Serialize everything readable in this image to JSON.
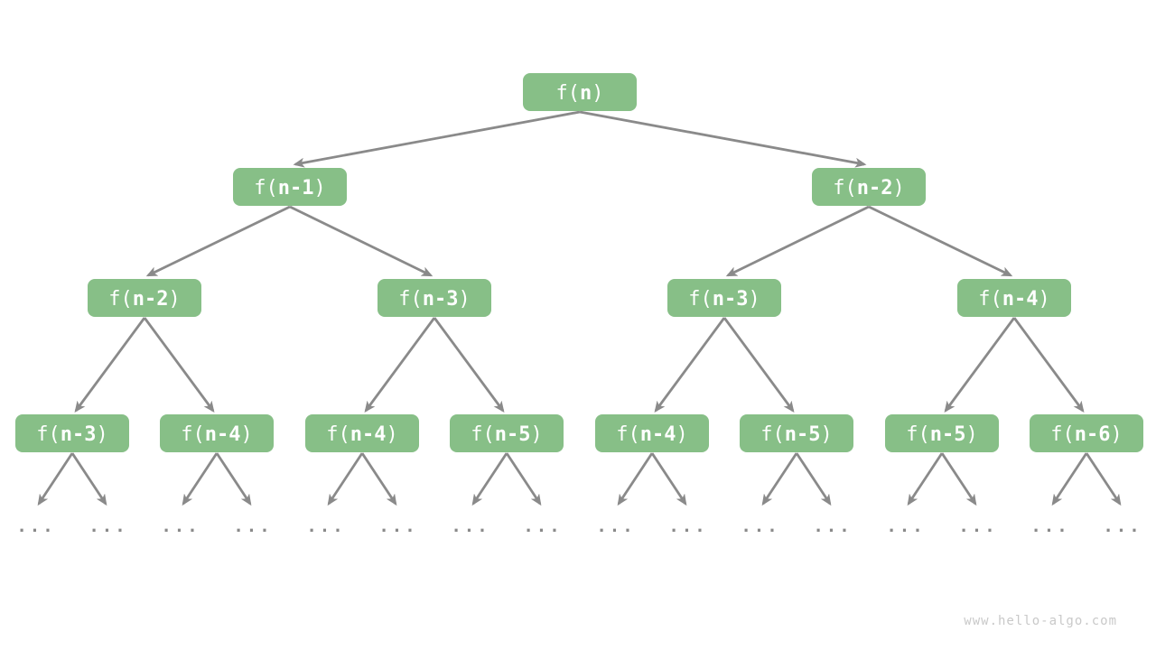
{
  "watermark": "www.hello-algo.com",
  "colors": {
    "background": "#ffffff",
    "node_fill": "#87bf87",
    "node_text": "#ffffff",
    "edge": "#8a8a8a",
    "ellipsis": "#8a8a8a",
    "watermark": "#c9c9c9"
  },
  "tree": {
    "ellipsis": "...",
    "ellipsis_count": 16,
    "nodes": [
      {
        "pre": "f(",
        "arg": "n",
        "post": ")",
        "level": 0,
        "parent": null
      },
      {
        "pre": "f(",
        "arg": "n-1",
        "post": ")",
        "level": 1,
        "parent": 0
      },
      {
        "pre": "f(",
        "arg": "n-2",
        "post": ")",
        "level": 1,
        "parent": 0
      },
      {
        "pre": "f(",
        "arg": "n-2",
        "post": ")",
        "level": 2,
        "parent": 1
      },
      {
        "pre": "f(",
        "arg": "n-3",
        "post": ")",
        "level": 2,
        "parent": 1
      },
      {
        "pre": "f(",
        "arg": "n-3",
        "post": ")",
        "level": 2,
        "parent": 2
      },
      {
        "pre": "f(",
        "arg": "n-4",
        "post": ")",
        "level": 2,
        "parent": 2
      },
      {
        "pre": "f(",
        "arg": "n-3",
        "post": ")",
        "level": 3,
        "parent": 3
      },
      {
        "pre": "f(",
        "arg": "n-4",
        "post": ")",
        "level": 3,
        "parent": 3
      },
      {
        "pre": "f(",
        "arg": "n-4",
        "post": ")",
        "level": 3,
        "parent": 4
      },
      {
        "pre": "f(",
        "arg": "n-5",
        "post": ")",
        "level": 3,
        "parent": 4
      },
      {
        "pre": "f(",
        "arg": "n-4",
        "post": ")",
        "level": 3,
        "parent": 5
      },
      {
        "pre": "f(",
        "arg": "n-5",
        "post": ")",
        "level": 3,
        "parent": 5
      },
      {
        "pre": "f(",
        "arg": "n-5",
        "post": ")",
        "level": 3,
        "parent": 6
      },
      {
        "pre": "f(",
        "arg": "n-6",
        "post": ")",
        "level": 3,
        "parent": 6
      }
    ]
  }
}
